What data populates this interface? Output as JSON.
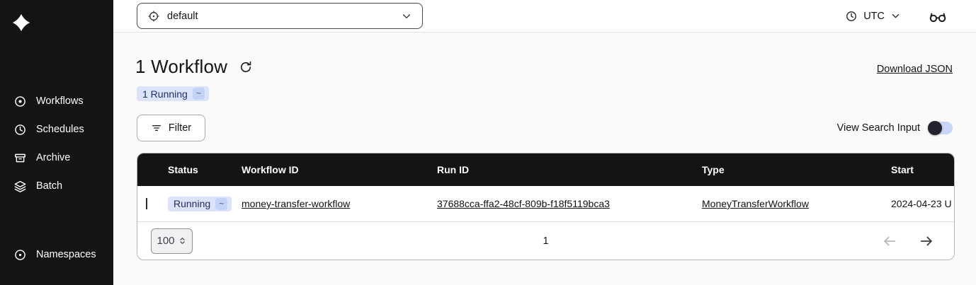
{
  "colors": {
    "sidebar_bg": "#141414",
    "table_header_bg": "#141414",
    "running_badge_bg": "#dbe4fb",
    "running_badge_text": "#20305f",
    "toggle_track": "#c9d5f6",
    "toggle_knob": "#23232f",
    "content_bg": "#fafaf9"
  },
  "sidebar": {
    "items": [
      {
        "label": "Workflows",
        "icon": "workflows-icon"
      },
      {
        "label": "Schedules",
        "icon": "schedules-icon"
      },
      {
        "label": "Archive",
        "icon": "archive-icon"
      },
      {
        "label": "Batch",
        "icon": "batch-icon"
      }
    ],
    "footer_items": [
      {
        "label": "Namespaces",
        "icon": "namespaces-icon"
      }
    ]
  },
  "topbar": {
    "namespace_selector": {
      "value": "default"
    },
    "timezone": {
      "label": "UTC"
    }
  },
  "main": {
    "title": "1 Workflow",
    "summary_badge": {
      "label": "1 Running",
      "pulse": "~"
    },
    "download_json_label": "Download JSON",
    "filter_label": "Filter",
    "view_search_input_label": "View Search Input"
  },
  "table": {
    "headers": [
      "Status",
      "Workflow ID",
      "Run ID",
      "Type",
      "Start"
    ],
    "rows": [
      {
        "status": "Running",
        "pulse": "~",
        "workflow_id": "money-transfer-workflow",
        "run_id": "37688cca-ffa2-48cf-809b-f18f5119bca3",
        "type": "MoneyTransferWorkflow",
        "start": "2024-04-23 U"
      }
    ],
    "pagination": {
      "page_size": "100",
      "current_page": "1"
    }
  }
}
